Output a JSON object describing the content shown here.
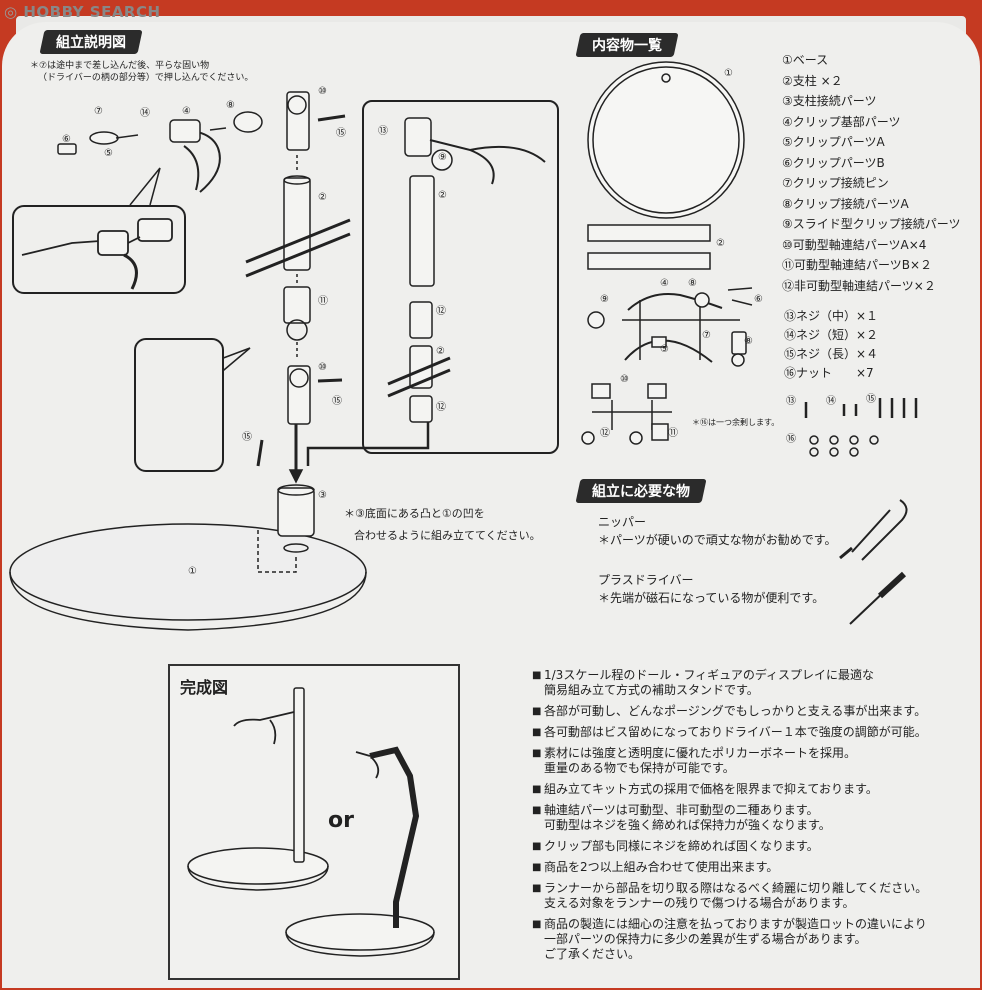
{
  "watermark": "HOBBY SEARCH",
  "sections": {
    "assembly": "組立説明図",
    "contents": "内容物一覧",
    "required": "組立に必要な物"
  },
  "top_note": [
    "＊⑦は途中まで差し込んだ後、平らな固い物",
    "（ドライバーの柄の部分等）で押し込んでください。"
  ],
  "base_note": [
    "＊③底面にある凸と①の凹を",
    "合わせるように組み立ててください。"
  ],
  "parts_list": [
    "①ベース",
    "②支柱 ×２",
    "③支柱接続パーツ",
    "④クリップ基部パーツ",
    "⑤クリップパーツA",
    "⑥クリップパーツB",
    "⑦クリップ接続ピン",
    "⑧クリップ接続パーツA",
    "⑨スライド型クリップ接続パーツ",
    "⑩可動型軸連結パーツA×4",
    "⑪可動型軸連結パーツB×２",
    "⑫非可動型軸連結パーツ×２"
  ],
  "screws_list": [
    "⑬ネジ（中）×１",
    "⑭ネジ（短）×２",
    "⑮ネジ（長）×４",
    "⑯ナット　　×7"
  ],
  "spare_note": "＊⑯は一つ余剰します。",
  "tools": [
    {
      "name": "ニッパー",
      "note": "＊パーツが硬いので頑丈な物がお勧めです。"
    },
    {
      "name": "プラスドライバー",
      "note": "＊先端が磁石になっている物が便利です。"
    }
  ],
  "finished": {
    "title": "完成図",
    "or": "or"
  },
  "notes": [
    [
      "1/3スケール程のドール・フィギュアのディスプレイに最適な",
      "簡易組み立て方式の補助スタンドです。"
    ],
    [
      "各部が可動し、どんなポージングでもしっかりと支える事が出来ます。"
    ],
    [
      "各可動部はビス留めになっておりドライバー１本で強度の調節が可能。"
    ],
    [
      "素材には強度と透明度に優れたポリカーボネートを採用。",
      "重量のある物でも保持が可能です。"
    ],
    [
      "組み立てキット方式の採用で価格を限界まで抑えております。"
    ],
    [
      "軸連結パーツは可動型、非可動型の二種あります。",
      "可動型はネジを強く締めれば保持力が強くなります。"
    ],
    [
      "クリップ部も同様にネジを締めれば固くなります。"
    ],
    [
      "商品を2つ以上組み合わせて使用出来ます。"
    ],
    [
      "ランナーから部品を切り取る際はなるべく綺麗に切り離してください。",
      "支える対象をランナーの残りで傷つける場合があります。"
    ],
    [
      "商品の製造には細心の注意を払っておりますが製造ロットの違いにより",
      "一部パーツの保持力に多少の差異が生ずる場合があります。",
      "ご了承ください。"
    ]
  ],
  "labels": {
    "p1": "①",
    "p2": "②",
    "p3": "③",
    "p4": "④",
    "p5": "⑤",
    "p6": "⑥",
    "p7": "⑦",
    "p8": "⑧",
    "p9": "⑨",
    "p10": "⑩",
    "p11": "⑪",
    "p12": "⑫",
    "p13": "⑬",
    "p14": "⑭",
    "p15": "⑮",
    "p16": "⑯"
  }
}
